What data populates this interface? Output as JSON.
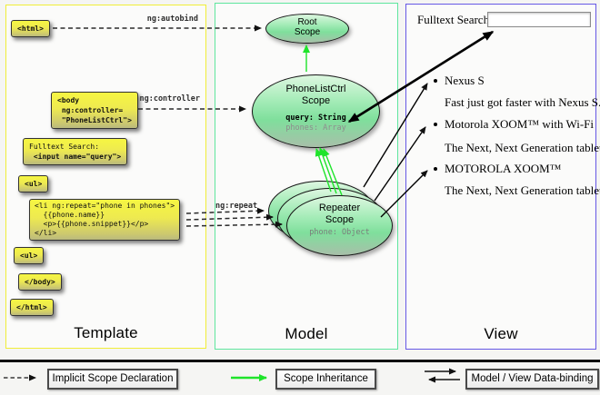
{
  "columns": {
    "template": "Template",
    "model": "Model",
    "view": "View"
  },
  "template_code": {
    "html_open": "<html>",
    "body_open": "<body\n ng:controller=\n \"PhoneListCtrl\">",
    "fulltext_label": "Fulltext Search:",
    "fulltext_input": " <input name=\"query\">",
    "ul_open": "<ul>",
    "li_repeat": "<li ng:repeat=\"phone in phones\">\n  {{phone.name}}\n  <p>{{phone.snippet}}</p>\n</li>",
    "ul_close": "<ul>",
    "body_close": "</body>",
    "html_close": "</html>"
  },
  "directives": {
    "autobind": "ng:autobind",
    "controller": "ng:controller",
    "repeat": "ng:repeat"
  },
  "scopes": {
    "root": {
      "name": "Root\nScope"
    },
    "phonelist": {
      "name": "PhoneListCtrl\nScope",
      "prop_query": "query: String",
      "prop_phones": "phones: Array"
    },
    "repeater": {
      "name": "Repeater\nScope",
      "prop_phone": "phone: Object"
    }
  },
  "view": {
    "search_label": "Fulltext Search:",
    "search_value": "",
    "items": [
      {
        "title": "Nexus S",
        "desc": "Fast just got faster with Nexus S."
      },
      {
        "title": "Motorola XOOM™ with Wi-Fi",
        "desc": "The Next, Next Generation tablet."
      },
      {
        "title": "MOTOROLA XOOM™",
        "desc": "The Next, Next Generation tablet."
      }
    ]
  },
  "legend": {
    "implicit": "Implicit Scope Declaration",
    "inheritance": "Scope Inheritance",
    "binding": "Model / View Data-binding"
  },
  "colors": {
    "template_border": "#f0ee38",
    "model_border": "#5fe69e",
    "view_border": "#6658e5",
    "scope_green": "#7fdf9c",
    "code_yellow": "#f2ef45",
    "inheritance_arrow": "#1ee42a"
  }
}
